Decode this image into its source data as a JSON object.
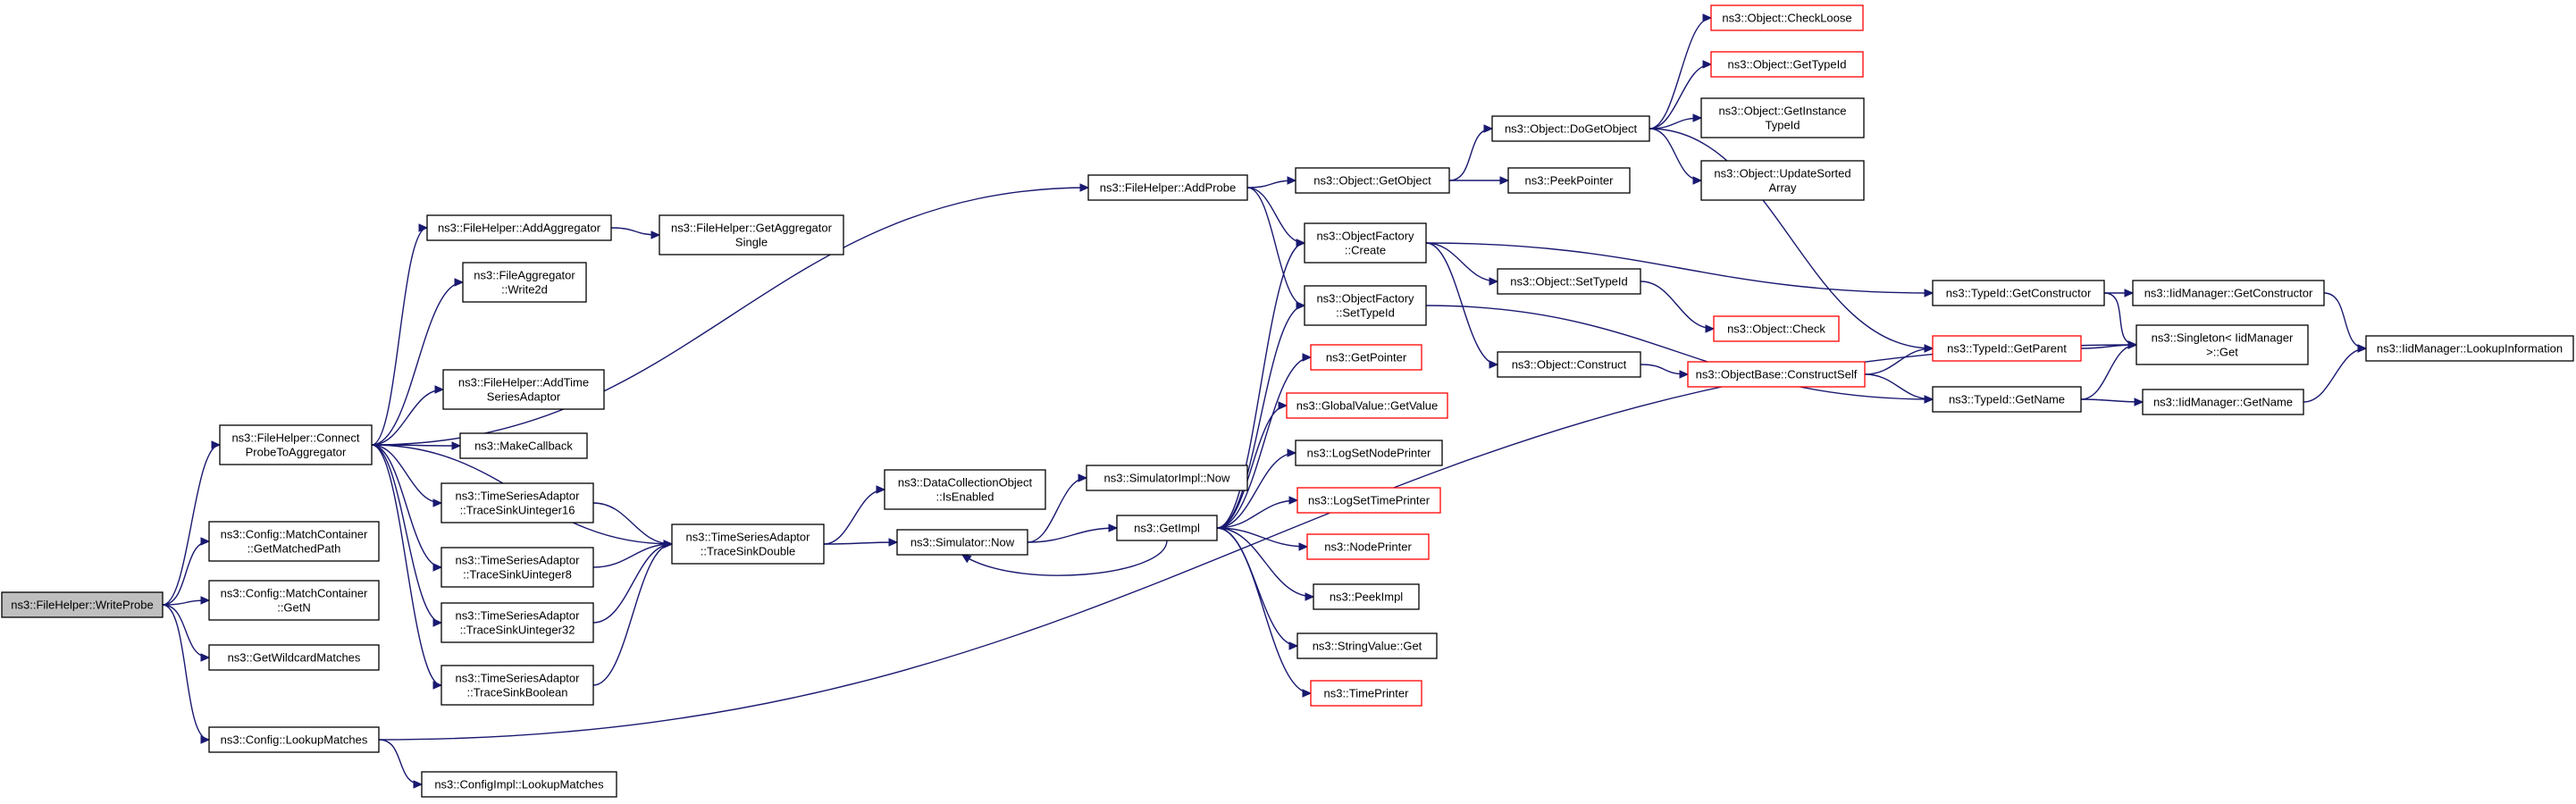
{
  "colors": {
    "edge": "#191970",
    "border_normal": "#000000",
    "border_truncated": "#ff0000",
    "root_fill": "#bfbfbf",
    "node_fill": "#ffffff"
  },
  "nodes": [
    {
      "id": "writeprobe",
      "lines": [
        "ns3::FileHelper::WriteProbe"
      ],
      "kind": "root"
    },
    {
      "id": "connect",
      "lines": [
        "ns3::FileHelper::Connect",
        "ProbeToAggregator"
      ],
      "kind": "normal"
    },
    {
      "id": "getmatchedpath",
      "lines": [
        "ns3::Config::MatchContainer",
        "::GetMatchedPath"
      ],
      "kind": "normal"
    },
    {
      "id": "getn",
      "lines": [
        "ns3::Config::MatchContainer",
        "::GetN"
      ],
      "kind": "normal"
    },
    {
      "id": "getwildcard",
      "lines": [
        "ns3::GetWildcardMatches"
      ],
      "kind": "normal"
    },
    {
      "id": "lookupmatches",
      "lines": [
        "ns3::Config::LookupMatches"
      ],
      "kind": "normal"
    },
    {
      "id": "configimpllookup",
      "lines": [
        "ns3::ConfigImpl::LookupMatches"
      ],
      "kind": "normal"
    },
    {
      "id": "addaggregator",
      "lines": [
        "ns3::FileHelper::AddAggregator"
      ],
      "kind": "normal"
    },
    {
      "id": "getaggsingle",
      "lines": [
        "ns3::FileHelper::GetAggregator",
        "Single"
      ],
      "kind": "normal"
    },
    {
      "id": "write2d",
      "lines": [
        "ns3::FileAggregator",
        "::Write2d"
      ],
      "kind": "normal"
    },
    {
      "id": "addtimeseries",
      "lines": [
        "ns3::FileHelper::AddTime",
        "SeriesAdaptor"
      ],
      "kind": "normal"
    },
    {
      "id": "makecallback",
      "lines": [
        "ns3::MakeCallback"
      ],
      "kind": "normal"
    },
    {
      "id": "tsuint16",
      "lines": [
        "ns3::TimeSeriesAdaptor",
        "::TraceSinkUinteger16"
      ],
      "kind": "normal"
    },
    {
      "id": "tsuint8",
      "lines": [
        "ns3::TimeSeriesAdaptor",
        "::TraceSinkUinteger8"
      ],
      "kind": "normal"
    },
    {
      "id": "tsuint32",
      "lines": [
        "ns3::TimeSeriesAdaptor",
        "::TraceSinkUinteger32"
      ],
      "kind": "normal"
    },
    {
      "id": "tsbool",
      "lines": [
        "ns3::TimeSeriesAdaptor",
        "::TraceSinkBoolean"
      ],
      "kind": "normal"
    },
    {
      "id": "tsdouble",
      "lines": [
        "ns3::TimeSeriesAdaptor",
        "::TraceSinkDouble"
      ],
      "kind": "normal"
    },
    {
      "id": "isenabled",
      "lines": [
        "ns3::DataCollectionObject",
        "::IsEnabled"
      ],
      "kind": "normal"
    },
    {
      "id": "simnow",
      "lines": [
        "ns3::Simulator::Now"
      ],
      "kind": "normal"
    },
    {
      "id": "simimplnow",
      "lines": [
        "ns3::SimulatorImpl::Now"
      ],
      "kind": "normal"
    },
    {
      "id": "getimpl",
      "lines": [
        "ns3::GetImpl"
      ],
      "kind": "normal"
    },
    {
      "id": "addprobe",
      "lines": [
        "ns3::FileHelper::AddProbe"
      ],
      "kind": "normal"
    },
    {
      "id": "getobject",
      "lines": [
        "ns3::Object::GetObject"
      ],
      "kind": "normal"
    },
    {
      "id": "peekpointer",
      "lines": [
        "ns3::PeekPointer"
      ],
      "kind": "normal"
    },
    {
      "id": "dogetobject",
      "lines": [
        "ns3::Object::DoGetObject"
      ],
      "kind": "normal"
    },
    {
      "id": "checkloose",
      "lines": [
        "ns3::Object::CheckLoose"
      ],
      "kind": "truncated"
    },
    {
      "id": "gettypeid",
      "lines": [
        "ns3::Object::GetTypeId"
      ],
      "kind": "truncated"
    },
    {
      "id": "getinstancetypeid",
      "lines": [
        "ns3::Object::GetInstance",
        "TypeId"
      ],
      "kind": "normal"
    },
    {
      "id": "updatesorted",
      "lines": [
        "ns3::Object::UpdateSorted",
        "Array"
      ],
      "kind": "normal"
    },
    {
      "id": "ofcreate",
      "lines": [
        "ns3::ObjectFactory",
        "::Create"
      ],
      "kind": "normal"
    },
    {
      "id": "ofsettypeid",
      "lines": [
        "ns3::ObjectFactory",
        "::SetTypeId"
      ],
      "kind": "normal"
    },
    {
      "id": "getpointer",
      "lines": [
        "ns3::GetPointer"
      ],
      "kind": "truncated"
    },
    {
      "id": "gvgetvalue",
      "lines": [
        "ns3::GlobalValue::GetValue"
      ],
      "kind": "truncated"
    },
    {
      "id": "logsetnode",
      "lines": [
        "ns3::LogSetNodePrinter"
      ],
      "kind": "normal"
    },
    {
      "id": "logsettime",
      "lines": [
        "ns3::LogSetTimePrinter"
      ],
      "kind": "truncated"
    },
    {
      "id": "nodeprinter",
      "lines": [
        "ns3::NodePrinter"
      ],
      "kind": "truncated"
    },
    {
      "id": "peekimpl",
      "lines": [
        "ns3::PeekImpl"
      ],
      "kind": "normal"
    },
    {
      "id": "stringvalueget",
      "lines": [
        "ns3::StringValue::Get"
      ],
      "kind": "normal"
    },
    {
      "id": "timeprinter",
      "lines": [
        "ns3::TimePrinter"
      ],
      "kind": "truncated"
    },
    {
      "id": "objsettypeid",
      "lines": [
        "ns3::Object::SetTypeId"
      ],
      "kind": "normal"
    },
    {
      "id": "objcheck",
      "lines": [
        "ns3::Object::Check"
      ],
      "kind": "truncated"
    },
    {
      "id": "objconstruct",
      "lines": [
        "ns3::Object::Construct"
      ],
      "kind": "normal"
    },
    {
      "id": "constructself",
      "lines": [
        "ns3::ObjectBase::ConstructSelf"
      ],
      "kind": "truncated"
    },
    {
      "id": "tidgetconstructor",
      "lines": [
        "ns3::TypeId::GetConstructor"
      ],
      "kind": "normal"
    },
    {
      "id": "tidgetparent",
      "lines": [
        "ns3::TypeId::GetParent"
      ],
      "kind": "truncated"
    },
    {
      "id": "tidgetname",
      "lines": [
        "ns3::TypeId::GetName"
      ],
      "kind": "normal"
    },
    {
      "id": "iidgetconstructor",
      "lines": [
        "ns3::IidManager::GetConstructor"
      ],
      "kind": "normal"
    },
    {
      "id": "singletonget",
      "lines": [
        "ns3::Singleton< IidManager",
        " >::Get"
      ],
      "kind": "normal"
    },
    {
      "id": "iidgetname",
      "lines": [
        "ns3::IidManager::GetName"
      ],
      "kind": "normal"
    },
    {
      "id": "lookupinfo",
      "lines": [
        "ns3::IidManager::LookupInformation"
      ],
      "kind": "normal"
    }
  ],
  "edges": [
    [
      "writeprobe",
      "connect"
    ],
    [
      "writeprobe",
      "getmatchedpath"
    ],
    [
      "writeprobe",
      "getn"
    ],
    [
      "writeprobe",
      "getwildcard"
    ],
    [
      "writeprobe",
      "lookupmatches"
    ],
    [
      "lookupmatches",
      "configimpllookup"
    ],
    [
      "lookupmatches",
      "singletonget"
    ],
    [
      "connect",
      "addprobe"
    ],
    [
      "connect",
      "addaggregator"
    ],
    [
      "connect",
      "write2d"
    ],
    [
      "connect",
      "tsdouble"
    ],
    [
      "connect",
      "addtimeseries"
    ],
    [
      "connect",
      "makecallback"
    ],
    [
      "connect",
      "tsuint16"
    ],
    [
      "connect",
      "tsuint8"
    ],
    [
      "connect",
      "tsuint32"
    ],
    [
      "connect",
      "tsbool"
    ],
    [
      "addaggregator",
      "getaggsingle"
    ],
    [
      "tsuint16",
      "tsdouble"
    ],
    [
      "tsuint8",
      "tsdouble"
    ],
    [
      "tsuint32",
      "tsdouble"
    ],
    [
      "tsbool",
      "tsdouble"
    ],
    [
      "tsdouble",
      "isenabled"
    ],
    [
      "tsdouble",
      "simnow"
    ],
    [
      "simnow",
      "simimplnow"
    ],
    [
      "simnow",
      "getimpl"
    ],
    [
      "getimpl",
      "simnow"
    ],
    [
      "getimpl",
      "ofcreate"
    ],
    [
      "getimpl",
      "ofsettypeid"
    ],
    [
      "getimpl",
      "getpointer"
    ],
    [
      "getimpl",
      "gvgetvalue"
    ],
    [
      "getimpl",
      "logsetnode"
    ],
    [
      "getimpl",
      "logsettime"
    ],
    [
      "getimpl",
      "nodeprinter"
    ],
    [
      "getimpl",
      "peekimpl"
    ],
    [
      "getimpl",
      "stringvalueget"
    ],
    [
      "getimpl",
      "timeprinter"
    ],
    [
      "addprobe",
      "getobject"
    ],
    [
      "addprobe",
      "ofcreate"
    ],
    [
      "addprobe",
      "ofsettypeid"
    ],
    [
      "getobject",
      "dogetobject"
    ],
    [
      "getobject",
      "peekpointer"
    ],
    [
      "dogetobject",
      "checkloose"
    ],
    [
      "dogetobject",
      "gettypeid"
    ],
    [
      "dogetobject",
      "getinstancetypeid"
    ],
    [
      "dogetobject",
      "updatesorted"
    ],
    [
      "dogetobject",
      "tidgetparent"
    ],
    [
      "ofcreate",
      "tidgetconstructor"
    ],
    [
      "ofcreate",
      "objsettypeid"
    ],
    [
      "ofcreate",
      "objconstruct"
    ],
    [
      "ofsettypeid",
      "tidgetname"
    ],
    [
      "objsettypeid",
      "objcheck"
    ],
    [
      "objconstruct",
      "constructself"
    ],
    [
      "constructself",
      "tidgetparent"
    ],
    [
      "constructself",
      "tidgetname"
    ],
    [
      "tidgetconstructor",
      "iidgetconstructor"
    ],
    [
      "tidgetconstructor",
      "singletonget"
    ],
    [
      "tidgetparent",
      "singletonget"
    ],
    [
      "tidgetname",
      "singletonget"
    ],
    [
      "tidgetname",
      "iidgetname"
    ],
    [
      "iidgetconstructor",
      "lookupinfo"
    ],
    [
      "iidgetname",
      "lookupinfo"
    ]
  ]
}
